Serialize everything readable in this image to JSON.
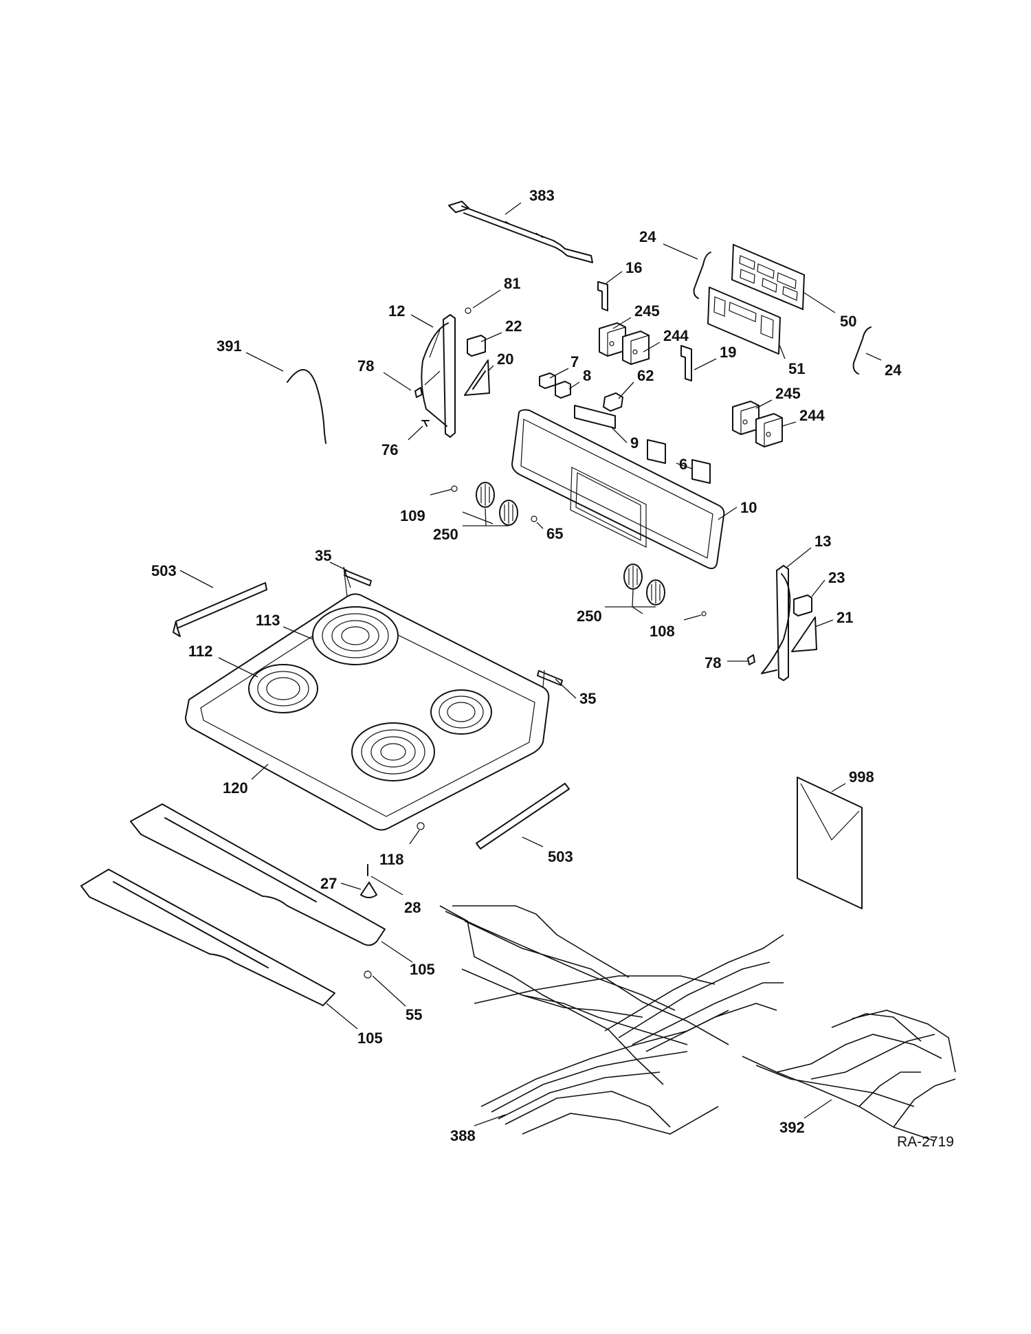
{
  "diagram": {
    "reference_code": "RA-2719",
    "callouts": [
      {
        "id": "383",
        "label": "383"
      },
      {
        "id": "24a",
        "label": "24"
      },
      {
        "id": "16",
        "label": "16"
      },
      {
        "id": "81",
        "label": "81"
      },
      {
        "id": "12",
        "label": "12"
      },
      {
        "id": "245a",
        "label": "245"
      },
      {
        "id": "22",
        "label": "22"
      },
      {
        "id": "50",
        "label": "50"
      },
      {
        "id": "391",
        "label": "391"
      },
      {
        "id": "244a",
        "label": "244"
      },
      {
        "id": "19",
        "label": "19"
      },
      {
        "id": "78a",
        "label": "78"
      },
      {
        "id": "20",
        "label": "20"
      },
      {
        "id": "7",
        "label": "7"
      },
      {
        "id": "51",
        "label": "51"
      },
      {
        "id": "24b",
        "label": "24"
      },
      {
        "id": "8",
        "label": "8"
      },
      {
        "id": "62",
        "label": "62"
      },
      {
        "id": "245b",
        "label": "245"
      },
      {
        "id": "244b",
        "label": "244"
      },
      {
        "id": "9",
        "label": "9"
      },
      {
        "id": "76",
        "label": "76"
      },
      {
        "id": "6",
        "label": "6"
      },
      {
        "id": "109",
        "label": "109"
      },
      {
        "id": "10",
        "label": "10"
      },
      {
        "id": "250a",
        "label": "250"
      },
      {
        "id": "65",
        "label": "65"
      },
      {
        "id": "13",
        "label": "13"
      },
      {
        "id": "35a",
        "label": "35"
      },
      {
        "id": "503a",
        "label": "503"
      },
      {
        "id": "23",
        "label": "23"
      },
      {
        "id": "250b",
        "label": "250"
      },
      {
        "id": "113",
        "label": "113"
      },
      {
        "id": "21",
        "label": "21"
      },
      {
        "id": "108",
        "label": "108"
      },
      {
        "id": "112",
        "label": "112"
      },
      {
        "id": "78b",
        "label": "78"
      },
      {
        "id": "35b",
        "label": "35"
      },
      {
        "id": "998",
        "label": "998"
      },
      {
        "id": "120",
        "label": "120"
      },
      {
        "id": "118",
        "label": "118"
      },
      {
        "id": "503b",
        "label": "503"
      },
      {
        "id": "27",
        "label": "27"
      },
      {
        "id": "28",
        "label": "28"
      },
      {
        "id": "105a",
        "label": "105"
      },
      {
        "id": "55",
        "label": "55"
      },
      {
        "id": "105b",
        "label": "105"
      },
      {
        "id": "388",
        "label": "388"
      },
      {
        "id": "392",
        "label": "392"
      }
    ]
  }
}
